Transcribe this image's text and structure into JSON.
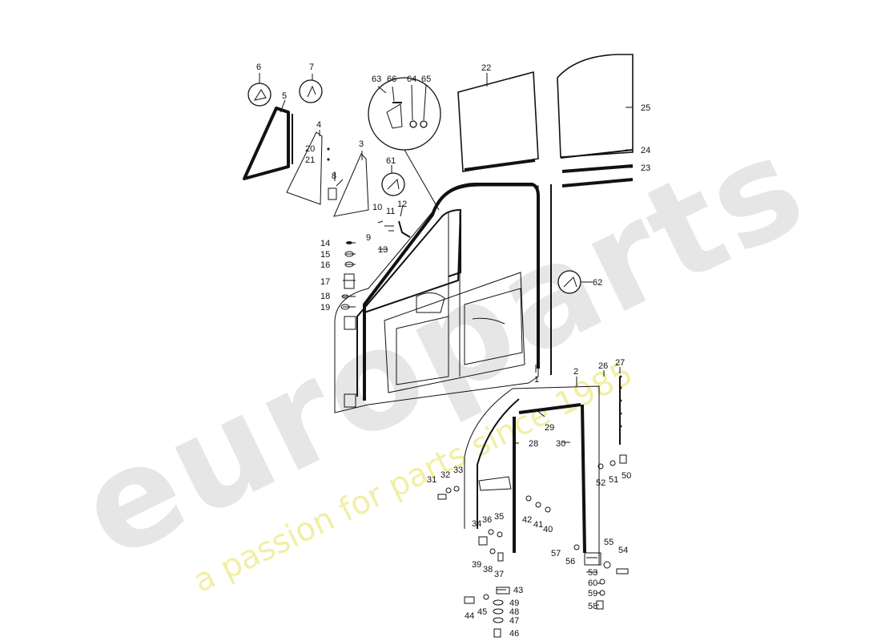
{
  "watermark": {
    "logo": "europarts",
    "tagline": "a passion for parts since 1985",
    "logo_color": "#e6e6e6",
    "tagline_color": "#f1efa6"
  },
  "callouts": {
    "c1": "1",
    "c2": "2",
    "c3": "3",
    "c4": "4",
    "c5": "5",
    "c6": "6",
    "c7": "7",
    "c8": "8",
    "c9": "9",
    "c10": "10",
    "c11": "11",
    "c12": "12",
    "c13": "13",
    "c14": "14",
    "c15": "15",
    "c16": "16",
    "c17": "17",
    "c18": "18",
    "c19": "19",
    "c20": "20",
    "c21": "21",
    "c22": "22",
    "c23": "23",
    "c24": "24",
    "c25": "25",
    "c26": "26",
    "c27": "27",
    "c28": "28",
    "c29": "29",
    "c30": "30",
    "c31": "31",
    "c32": "32",
    "c33": "33",
    "c34": "34",
    "c35": "35",
    "c36": "36",
    "c37": "37",
    "c38": "38",
    "c39": "39",
    "c40": "40",
    "c41": "41",
    "c42": "42",
    "c43": "43",
    "c44": "44",
    "c45": "45",
    "c46": "46",
    "c47": "47",
    "c48": "48",
    "c49": "49",
    "c50": "50",
    "c51": "51",
    "c52": "52",
    "c53": "53",
    "c54": "54",
    "c55": "55",
    "c56": "56",
    "c57": "57",
    "c58": "58",
    "c59": "59",
    "c60": "60",
    "c61": "61",
    "c62": "62",
    "c63": "63",
    "c64": "64",
    "c65": "65",
    "c66": "66"
  }
}
